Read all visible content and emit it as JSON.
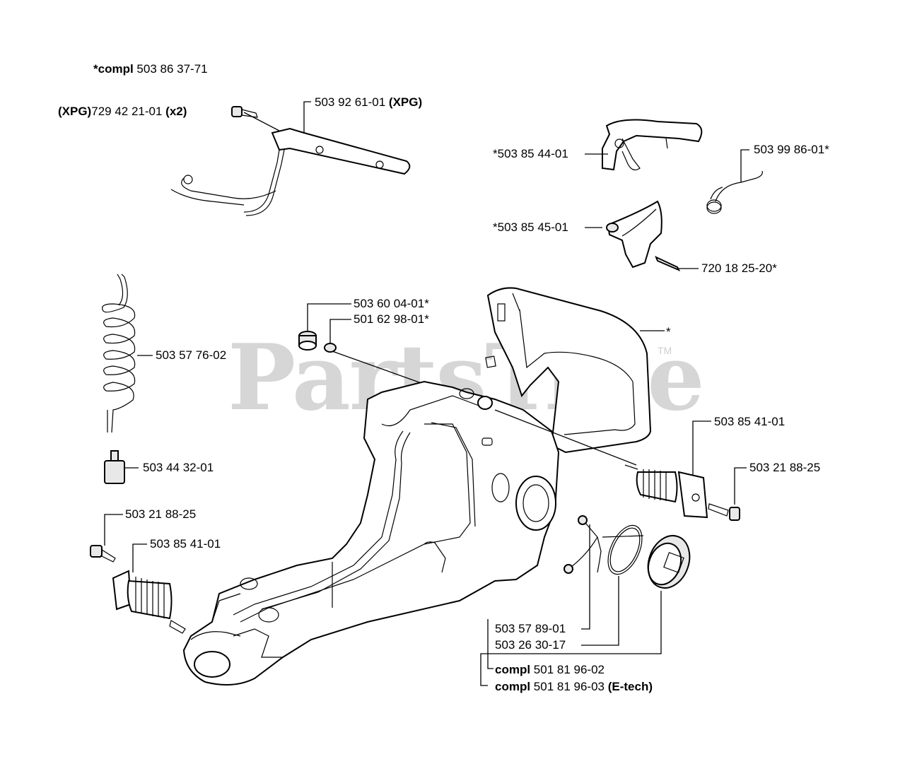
{
  "watermark": "PartsTree",
  "trademark": "TM",
  "callouts": [
    {
      "id": "compl-503-86-37-71",
      "bold_prefix": "*compl",
      "text": " 503 86 37-71",
      "bold_suffix": ""
    },
    {
      "id": "xpg-729-42-21-01",
      "bold_prefix": "(XPG)",
      "text": "729 42 21-01 ",
      "bold_suffix": "(x2)"
    },
    {
      "id": "503-92-61-01",
      "bold_prefix": "",
      "text": "503 92 61-01 ",
      "bold_suffix": "(XPG)"
    },
    {
      "id": "503-85-44-01",
      "bold_prefix": "",
      "text": "*503 85 44-01",
      "bold_suffix": ""
    },
    {
      "id": "503-99-86-01",
      "bold_prefix": "",
      "text": "503 99 86-01*",
      "bold_suffix": ""
    },
    {
      "id": "503-85-45-01",
      "bold_prefix": "",
      "text": "*503 85 45-01",
      "bold_suffix": ""
    },
    {
      "id": "720-18-25-20",
      "bold_prefix": "",
      "text": "720 18 25-20*",
      "bold_suffix": ""
    },
    {
      "id": "503-60-04-01",
      "bold_prefix": "",
      "text": "503 60 04-01*",
      "bold_suffix": ""
    },
    {
      "id": "501-62-98-01",
      "bold_prefix": "",
      "text": "501 62 98-01*",
      "bold_suffix": ""
    },
    {
      "id": "handle-asterisk",
      "bold_prefix": "",
      "text": "*",
      "bold_suffix": ""
    },
    {
      "id": "503-57-76-02",
      "bold_prefix": "",
      "text": "503 57 76-02",
      "bold_suffix": ""
    },
    {
      "id": "503-44-32-01",
      "bold_prefix": "",
      "text": "503 44 32-01",
      "bold_suffix": ""
    },
    {
      "id": "503-85-41-01-right",
      "bold_prefix": "",
      "text": "503 85 41-01",
      "bold_suffix": ""
    },
    {
      "id": "503-21-88-25-right",
      "bold_prefix": "",
      "text": "503 21 88-25",
      "bold_suffix": ""
    },
    {
      "id": "503-21-88-25-left",
      "bold_prefix": "",
      "text": "503 21 88-25",
      "bold_suffix": ""
    },
    {
      "id": "503-85-41-01-left",
      "bold_prefix": "",
      "text": "503 85 41-01",
      "bold_suffix": ""
    },
    {
      "id": "503-57-89-01",
      "bold_prefix": "",
      "text": "503 57 89-01",
      "bold_suffix": ""
    },
    {
      "id": "503-26-30-17",
      "bold_prefix": "",
      "text": "503 26 30-17",
      "bold_suffix": ""
    },
    {
      "id": "compl-501-81-96-02",
      "bold_prefix": "compl",
      "text": " 501 81 96-02",
      "bold_suffix": ""
    },
    {
      "id": "compl-501-81-96-03",
      "bold_prefix": "compl",
      "text": " 501 81 96-03 ",
      "bold_suffix": "(E-tech)"
    }
  ]
}
